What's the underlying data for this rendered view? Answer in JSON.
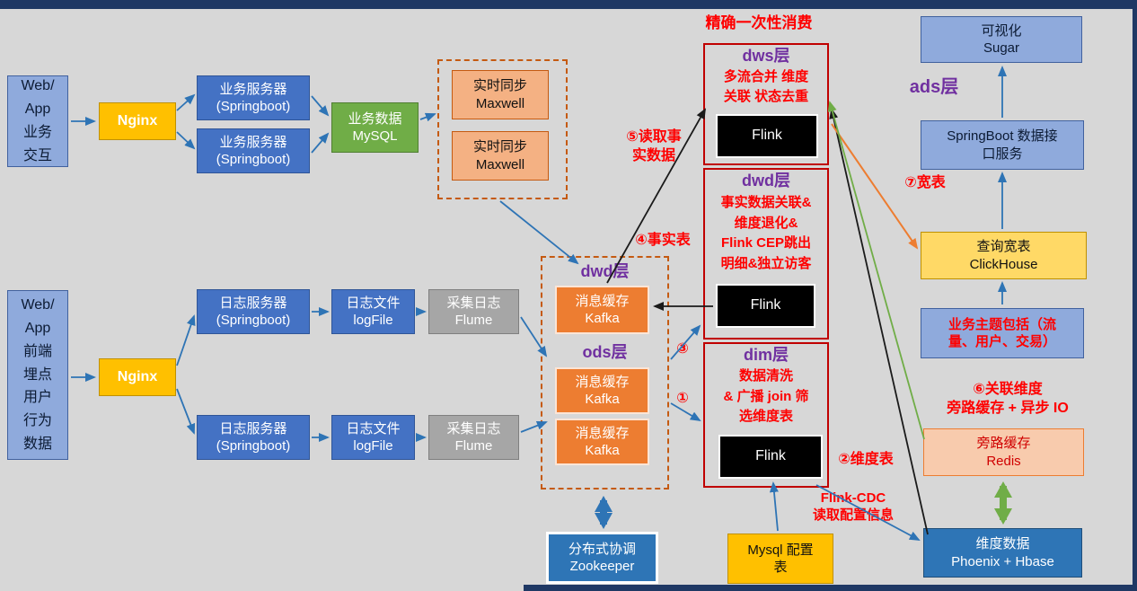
{
  "colors": {
    "accent_blue": "#4472c4",
    "accent_orange": "#ed7d31",
    "accent_green": "#70ad47",
    "accent_purple": "#7030a0",
    "accent_red": "#ff0000",
    "amber": "#ffc000"
  },
  "sources": {
    "business_interaction": "Web/\nApp\n业务\n交互",
    "user_behavior": "Web/\nApp\n前端\n埋点\n用户\n行为\n数据"
  },
  "ingest": {
    "nginx_business": "Nginx",
    "nginx_log": "Nginx",
    "business_server_1": "业务服务器\n(Springboot)",
    "business_server_2": "业务服务器\n(Springboot)",
    "business_mysql": "业务数据\nMySQL",
    "log_server_1": "日志服务器\n(Springboot)",
    "log_server_2": "日志服务器\n(Springboot)",
    "logfile_1": "日志文件\nlogFile",
    "logfile_2": "日志文件\nlogFile",
    "flume_1": "采集日志\nFlume",
    "flume_2": "采集日志\nFlume",
    "maxwell_1": "实时同步\nMaxwell",
    "maxwell_2": "实时同步\nMaxwell"
  },
  "kafka": {
    "dwd_label": "dwd层",
    "ods_label": "ods层",
    "dwd_kafka": "消息缓存\nKafka",
    "ods_kafka_1": "消息缓存\nKafka",
    "ods_kafka_2": "消息缓存\nKafka"
  },
  "flink_layers": {
    "header": "精确一次性消费",
    "dws": {
      "title": "dws层",
      "desc": "多流合并 维度\n关联 状态去重",
      "engine": "Flink"
    },
    "dwd": {
      "title": "dwd层",
      "desc": "事实数据关联&\n维度退化&\nFlink CEP跳出\n明细&独立访客",
      "engine": "Flink"
    },
    "dim": {
      "title": "dim层",
      "desc": "数据清洗\n& 广播 join 筛\n选维度表",
      "engine": "Flink"
    }
  },
  "serving": {
    "ads_label": "ads层",
    "sugar": "可视化\nSugar",
    "api": "SpringBoot 数据接\n口服务",
    "clickhouse": "查询宽表\nClickHouse",
    "topics": "业务主题包括（流\n量、用户、交易）",
    "redis": "旁路缓存\nRedis",
    "hbase": "维度数据\nPhoenix + Hbase"
  },
  "support": {
    "zookeeper": "分布式协调\nZookeeper",
    "mysql_config": "Mysql 配置\n表"
  },
  "steps": {
    "s1": "①",
    "s2": "②维度表",
    "s3": "③",
    "s4": "④事实表",
    "s5": "⑤读取事\n实数据",
    "s6": "⑥关联维度\n旁路缓存 + 异步 IO",
    "s7": "⑦宽表",
    "flink_cdc": "Flink-CDC\n读取配置信息"
  }
}
